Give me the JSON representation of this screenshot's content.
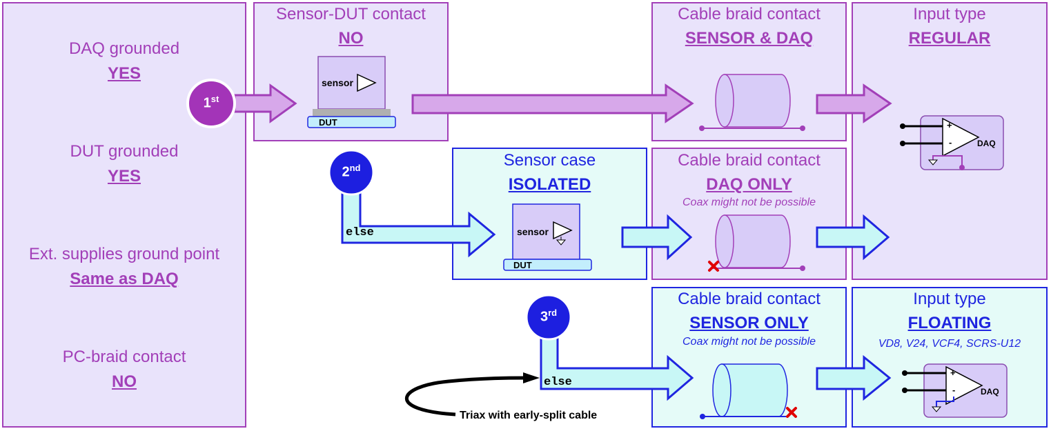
{
  "conditions": [
    {
      "label": "DAQ grounded",
      "value": "YES"
    },
    {
      "label": "DUT grounded",
      "value": "YES"
    },
    {
      "label": "Ext. supplies ground point",
      "value": "Same as DAQ"
    },
    {
      "label": "PC-braid contact",
      "value": "NO"
    }
  ],
  "badges": {
    "first": {
      "main": "1",
      "suffix": "st"
    },
    "second": {
      "main": "2",
      "suffix": "nd"
    },
    "third": {
      "main": "3",
      "suffix": "rd"
    }
  },
  "else_label": "else",
  "sensor_dut": {
    "title": "Sensor-DUT contact",
    "value": "NO"
  },
  "sensor_case": {
    "title": "Sensor case",
    "value": "ISOLATED"
  },
  "braid_1": {
    "title": "Cable braid contact",
    "value": "SENSOR & DAQ"
  },
  "braid_2": {
    "title": "Cable braid contact",
    "value": "DAQ ONLY",
    "note": "Coax might not be possible"
  },
  "braid_3": {
    "title": "Cable braid contact",
    "value": "SENSOR ONLY",
    "note": "Coax might not be possible"
  },
  "input_1": {
    "title": "Input type",
    "value": "REGULAR"
  },
  "input_2": {
    "title": "Input type",
    "value": "FLOATING",
    "note": "VD8, V24, VCF4, SCRS-U12"
  },
  "device_labels": {
    "sensor": "sensor",
    "dut": "DUT",
    "daq": "DAQ",
    "plus": "+",
    "minus": "-"
  },
  "triax_label": "Triax with early-split cable",
  "colors": {
    "purple": "#a23fb8",
    "blue": "#1f25e0",
    "purple_fill": "#e9e3fb",
    "cyan_fill": "#e5fbf8",
    "x_mark": "#e00000"
  }
}
